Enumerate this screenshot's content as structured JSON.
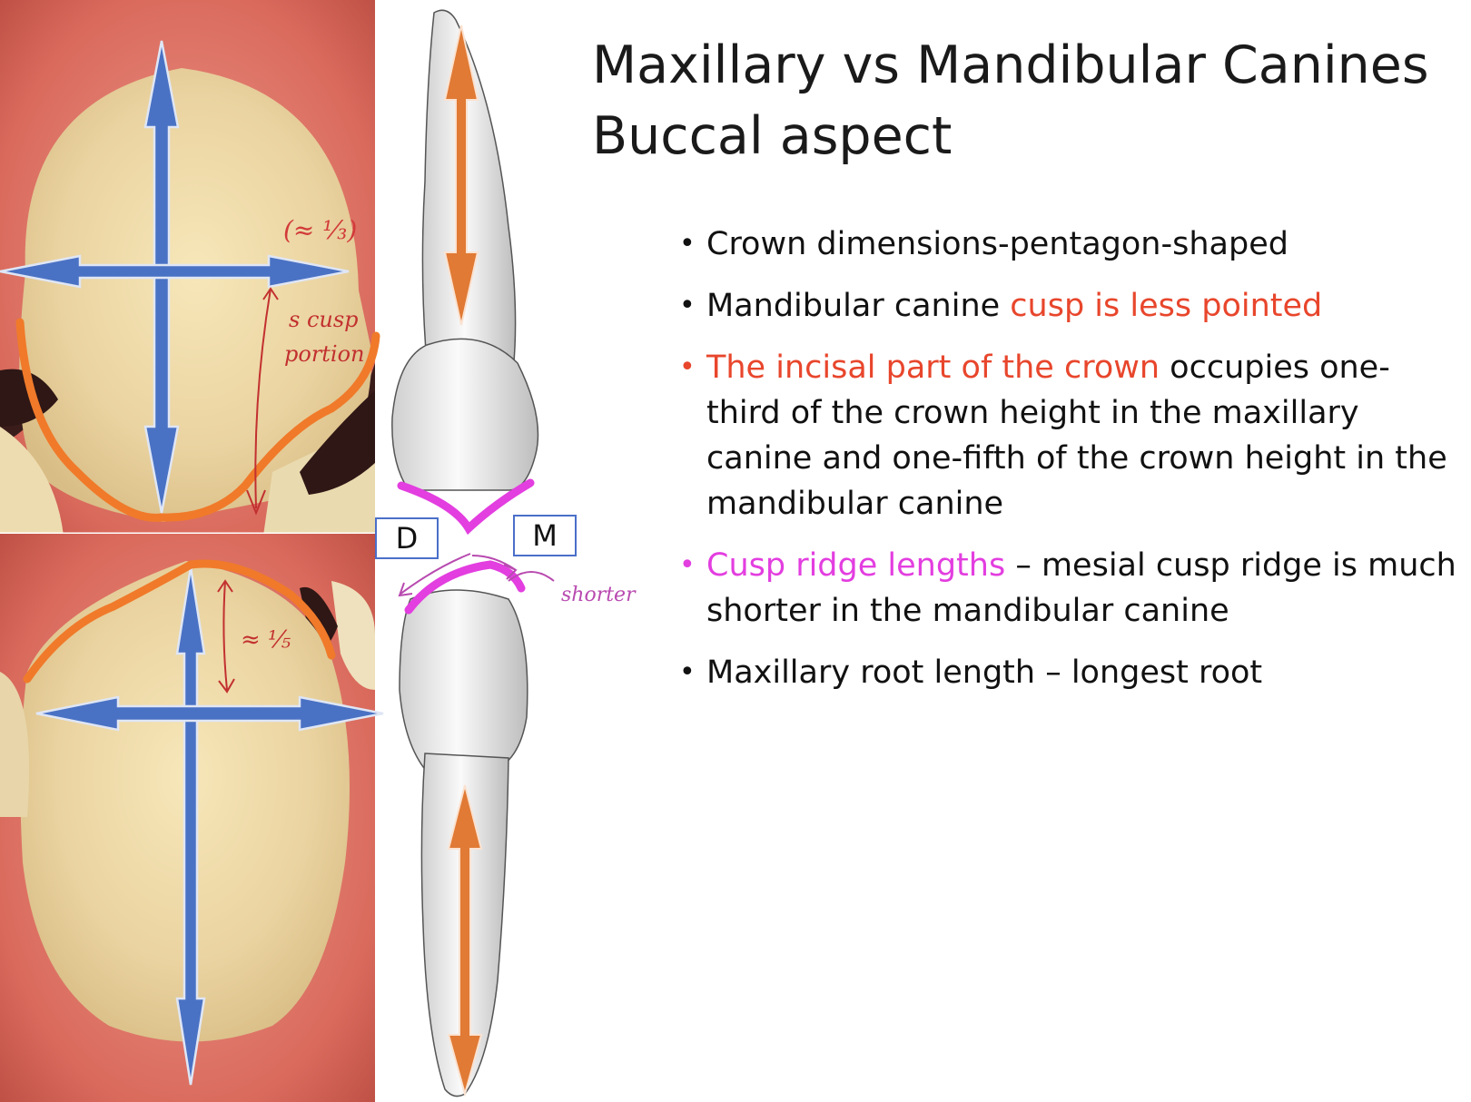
{
  "title": {
    "line1": "Maxillary vs Mandibular Canines",
    "line2": "Buccal aspect"
  },
  "bullets": [
    {
      "segments": [
        {
          "text": "Crown dimensions-pentagon-shaped",
          "color": "#111111"
        }
      ]
    },
    {
      "segments": [
        {
          "text": "Mandibular canine ",
          "color": "#111111"
        },
        {
          "text": "cusp is less pointed",
          "color": "#e8462c"
        }
      ]
    },
    {
      "marker_color": "#e8462c",
      "segments": [
        {
          "text": "The incisal part of the crown",
          "color": "#e8462c"
        },
        {
          "text": " occupies one-third of the crown height in the maxillary canine and one-fifth of the crown height in the mandibular canine",
          "color": "#111111"
        }
      ]
    },
    {
      "marker_color": "#e33ee0",
      "segments": [
        {
          "text": "Cusp ridge lengths",
          "color": "#e33ee0"
        },
        {
          "text": " – mesial cusp ridge is much shorter in the mandibular canine",
          "color": "#111111"
        }
      ]
    },
    {
      "segments": [
        {
          "text": "Maxillary root length – longest root",
          "color": "#111111"
        }
      ]
    }
  ],
  "labels": {
    "distal": "D",
    "mesial": "M"
  },
  "annotations": {
    "one_third": "(≈ ⅓)",
    "cusp": "s cusp",
    "portion": "portion",
    "one_fifth": "≈ ⅕",
    "shorter": "shorter"
  },
  "colors": {
    "arrow_blue": "#4a72c4",
    "arrow_orange": "#e07a35",
    "outline_orange": "#f07a2a",
    "cusp_magenta": "#e33ee0",
    "red_text": "#e8462c"
  }
}
